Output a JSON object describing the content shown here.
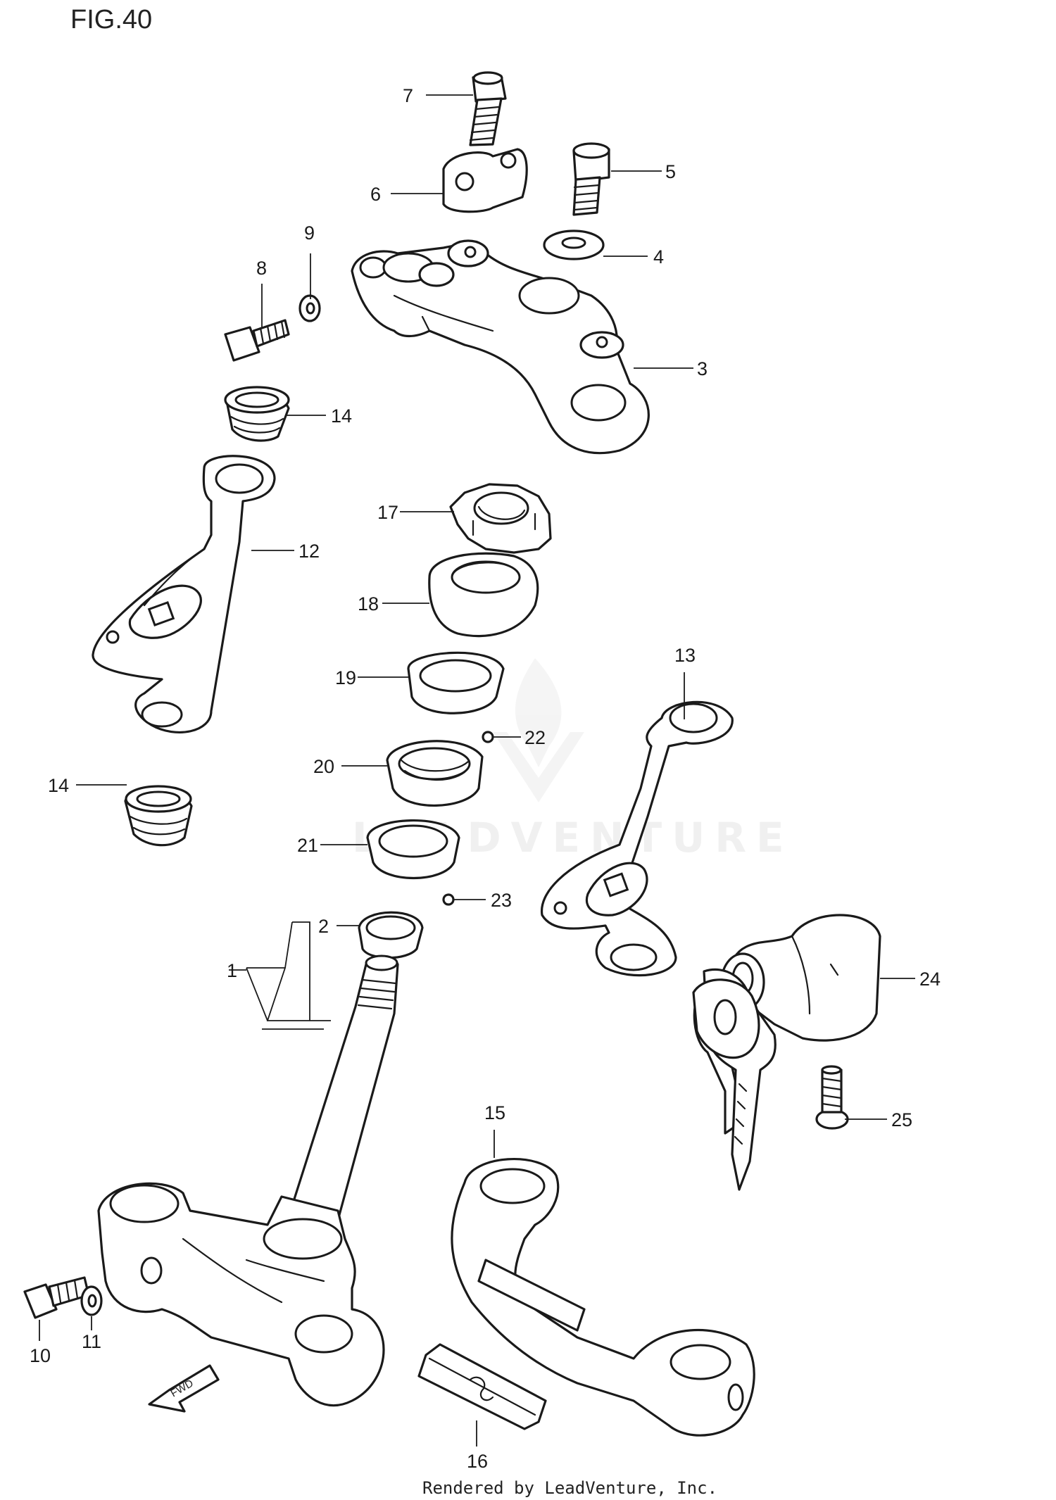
{
  "figure": {
    "title": "FIG.40",
    "footer": "Rendered by LeadVenture, Inc.",
    "watermark": "LEADVENTURE",
    "fwd_marker": "FWD"
  },
  "callouts": [
    {
      "id": "c1",
      "number": "1"
    },
    {
      "id": "c2",
      "number": "2"
    },
    {
      "id": "c3",
      "number": "3"
    },
    {
      "id": "c4",
      "number": "4"
    },
    {
      "id": "c5",
      "number": "5"
    },
    {
      "id": "c6",
      "number": "6"
    },
    {
      "id": "c7",
      "number": "7"
    },
    {
      "id": "c8",
      "number": "8"
    },
    {
      "id": "c9",
      "number": "9"
    },
    {
      "id": "c10",
      "number": "10"
    },
    {
      "id": "c11",
      "number": "11"
    },
    {
      "id": "c12",
      "number": "12"
    },
    {
      "id": "c13",
      "number": "13"
    },
    {
      "id": "c14a",
      "number": "14"
    },
    {
      "id": "c14b",
      "number": "14"
    },
    {
      "id": "c15",
      "number": "15"
    },
    {
      "id": "c16",
      "number": "16"
    },
    {
      "id": "c17",
      "number": "17"
    },
    {
      "id": "c18",
      "number": "18"
    },
    {
      "id": "c19",
      "number": "19"
    },
    {
      "id": "c20",
      "number": "20"
    },
    {
      "id": "c21",
      "number": "21"
    },
    {
      "id": "c22",
      "number": "22"
    },
    {
      "id": "c23",
      "number": "23"
    },
    {
      "id": "c24",
      "number": "24"
    },
    {
      "id": "c25",
      "number": "25"
    }
  ]
}
